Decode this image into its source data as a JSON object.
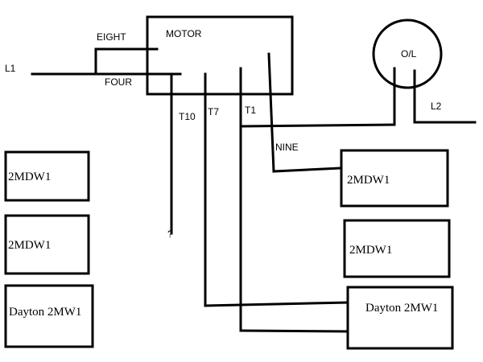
{
  "motor": {
    "label": "MOTOR"
  },
  "overload": {
    "label": "O/L"
  },
  "lines": {
    "l1": "L1",
    "l2": "L2"
  },
  "leads": {
    "eight": "EIGHT",
    "four": "FOUR",
    "t10": "T10",
    "t7": "T7",
    "t1": "T1",
    "nine": "NINE",
    "unknown": "?"
  },
  "components": {
    "left_top": "2MDW1",
    "left_middle": "2MDW1",
    "left_bottom": "Dayton 2MW1",
    "right_top": "2MDW1",
    "right_middle": "2MDW1",
    "right_bottom": "Dayton 2MW1"
  }
}
